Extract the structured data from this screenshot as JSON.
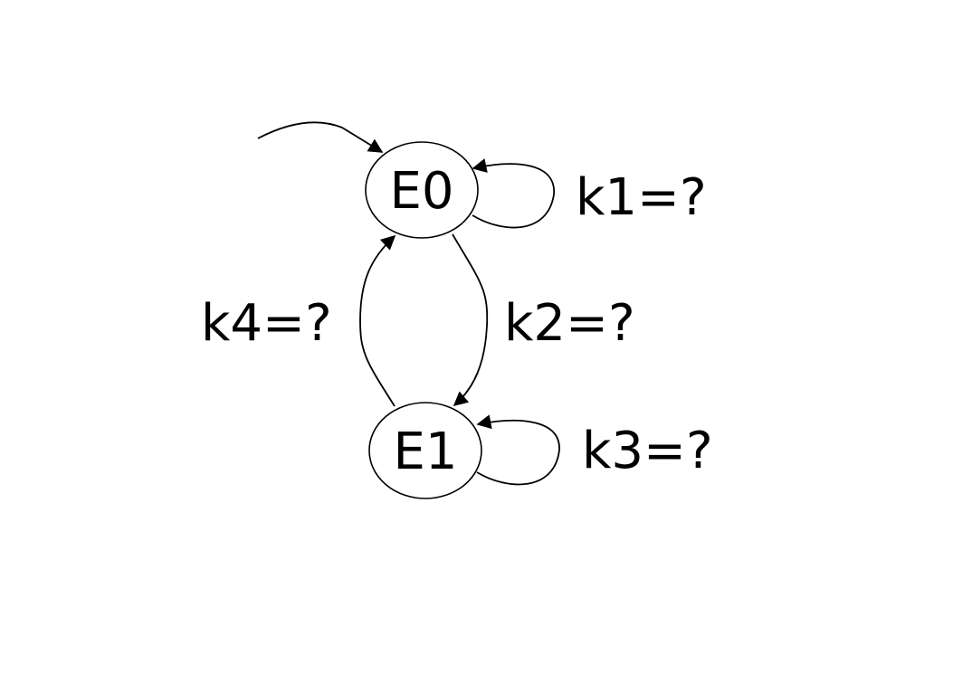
{
  "states": [
    {
      "id": "E0",
      "label": "E0"
    },
    {
      "id": "E1",
      "label": "E1"
    }
  ],
  "transitions": [
    {
      "from": "E0",
      "to": "E0",
      "label": "k1=?"
    },
    {
      "from": "E0",
      "to": "E1",
      "label": "k2=?"
    },
    {
      "from": "E1",
      "to": "E1",
      "label": "k3=?"
    },
    {
      "from": "E1",
      "to": "E0",
      "label": "k4=?"
    }
  ],
  "initial_state": "E0",
  "colors": {
    "stroke": "#000000",
    "background": "#ffffff"
  }
}
